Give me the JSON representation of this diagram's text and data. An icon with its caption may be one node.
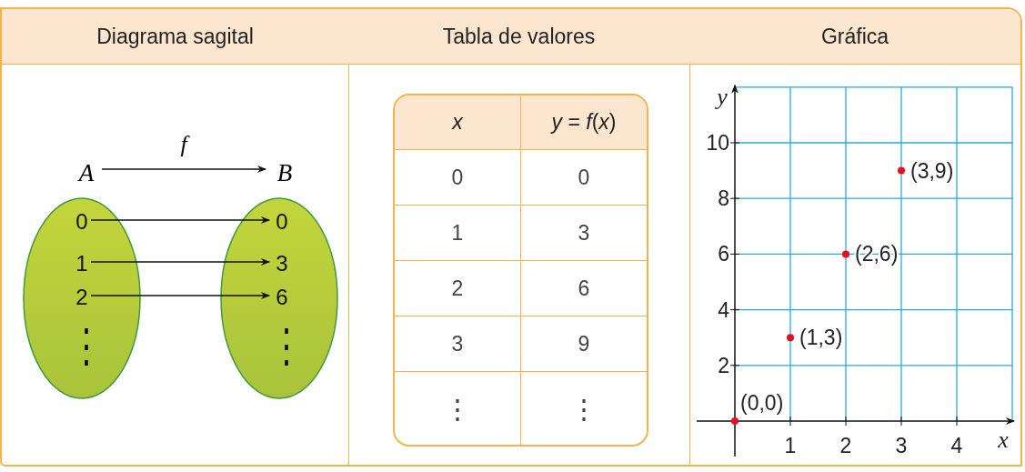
{
  "diagram": {
    "nodes": [
      {
        "text": [
          "Diagrama sagital"
        ]
      },
      {
        "text": [
          "Tabla de valores"
        ]
      },
      {
        "text": [
          "Gráfica"
        ]
      },
      {
        "text": [
          "A"
        ],
        "in": 0
      },
      {
        "text": [
          "B"
        ],
        "in": 0
      },
      {
        "text": [],
        "shape": "ellipse",
        "in": 0
      },
      {
        "text": [],
        "shape": "ellipse",
        "in": 0
      },
      {
        "text": [
          "0"
        ],
        "in": 5
      },
      {
        "text": [
          "1"
        ],
        "in": 5
      },
      {
        "text": [
          "2"
        ],
        "in": 5
      },
      {
        "text": [
          "0"
        ],
        "in": 6
      },
      {
        "text": [
          "3"
        ],
        "in": 6
      },
      {
        "text": [
          "6"
        ],
        "in": 6
      }
    ],
    "edges": [
      {
        "from": 3,
        "to": 4,
        "arrow": "to",
        "label": "f"
      },
      {
        "from": 7,
        "to": 10,
        "arrow": "to"
      },
      {
        "from": 8,
        "to": 11,
        "arrow": "to"
      },
      {
        "from": 9,
        "to": 12,
        "arrow": "to"
      }
    ],
    "labels": [
      "⋮",
      "⋮",
      "x",
      "*y* = *f*(*x*)",
      "0",
      "0",
      "1",
      "3",
      "2",
      "6",
      "3",
      "9",
      "⋮",
      "⋮"
    ],
    "chart_data": {
      "type": "scatter",
      "grid": true,
      "xlabel": "x",
      "ylabel": "y",
      "x": [
        0,
        1,
        2,
        3
      ],
      "values": [
        0,
        3,
        6,
        9
      ],
      "xlim": [
        0,
        5
      ],
      "ylim": [
        0,
        12
      ],
      "xticks": [
        1,
        2,
        3,
        4
      ],
      "yticks": [
        2,
        4,
        6,
        8,
        10
      ],
      "annotations": [
        {
          "x": 0,
          "y": 0,
          "text": "(0,0)"
        },
        {
          "x": 1,
          "y": 3,
          "text": "(1,3)"
        },
        {
          "x": 2,
          "y": 6,
          "text": "(2,6)"
        },
        {
          "x": 3,
          "y": 9,
          "text": "(3,9)"
        }
      ]
    }
  }
}
